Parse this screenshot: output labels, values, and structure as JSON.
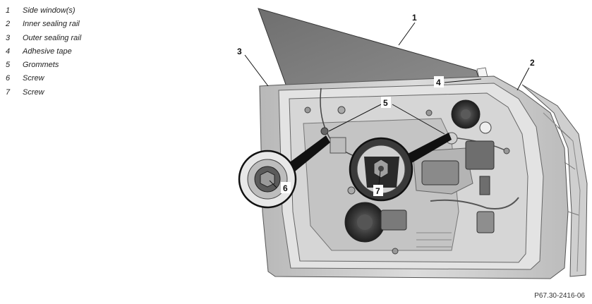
{
  "legend": [
    {
      "num": "1",
      "label": "Side window(s)"
    },
    {
      "num": "2",
      "label": "Inner sealing rail"
    },
    {
      "num": "3",
      "label": "Outer sealing rail"
    },
    {
      "num": "4",
      "label": "Adhesive tape"
    },
    {
      "num": "5",
      "label": "Grommets"
    },
    {
      "num": "6",
      "label": "Screw"
    },
    {
      "num": "7",
      "label": "Screw"
    }
  ],
  "callouts": {
    "c1": "1",
    "c2": "2",
    "c3": "3",
    "c4": "4",
    "c5": "5",
    "c6": "6",
    "c7": "7"
  },
  "reference_code": "P67.30-2416-06",
  "colors": {
    "window": "#7a7a7a",
    "door_frame": "#c8c8c8",
    "inner_panel": "#d9d9d9",
    "dark_parts": "#3a3a3a"
  }
}
